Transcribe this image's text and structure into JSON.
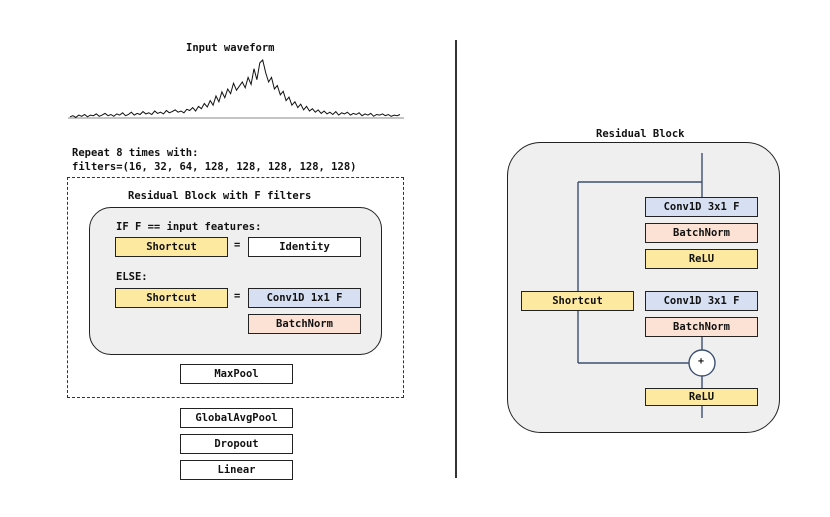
{
  "left": {
    "waveform_title": "Input waveform",
    "repeat_line1": "Repeat 8 times with:",
    "repeat_line2": "filters=(16, 32, 64, 128, 128, 128, 128, 128)",
    "block_title": "Residual Block with F filters",
    "if_label": "IF F == input features:",
    "shortcut_label_1": "Shortcut",
    "equals_1": "=",
    "identity_label": "Identity",
    "else_label": "ELSE:",
    "shortcut_label_2": "Shortcut",
    "equals_2": "=",
    "conv1x1_label": "Conv1D 1x1 F",
    "batchnorm_label": "BatchNorm",
    "maxpool_label": "MaxPool",
    "globalavgpool_label": "GlobalAvgPool",
    "dropout_label": "Dropout",
    "linear_label": "Linear"
  },
  "right": {
    "title": "Residual Block",
    "conv_a_label": "Conv1D 3x1 F",
    "bn_a_label": "BatchNorm",
    "relu_a_label": "ReLU",
    "shortcut_label": "Shortcut",
    "conv_b_label": "Conv1D 3x1 F",
    "bn_b_label": "BatchNorm",
    "add_symbol": "+",
    "relu_out_label": "ReLU"
  },
  "colors": {
    "shortcut_fill": "#fde9a0",
    "relu_fill": "#fde9a0",
    "conv_fill": "#d7e0f2",
    "batchnorm_fill": "#fbe2d5",
    "panel_fill": "#efefef",
    "flow_line": "#3d4f70"
  },
  "waveform": {
    "samples": [
      0.02,
      0.04,
      0.01,
      0.05,
      0.03,
      0.06,
      0.02,
      0.05,
      0.04,
      0.07,
      0.03,
      0.05,
      0.08,
      0.04,
      0.06,
      0.03,
      0.07,
      0.05,
      0.09,
      0.04,
      0.06,
      0.1,
      0.05,
      0.08,
      0.06,
      0.11,
      0.07,
      0.09,
      0.06,
      0.12,
      0.08,
      0.1,
      0.07,
      0.13,
      0.09,
      0.11,
      0.14,
      0.1,
      0.12,
      0.09,
      0.15,
      0.13,
      0.18,
      0.12,
      0.2,
      0.16,
      0.25,
      0.19,
      0.3,
      0.22,
      0.38,
      0.28,
      0.45,
      0.35,
      0.5,
      0.42,
      0.6,
      0.48,
      0.55,
      0.62,
      0.52,
      0.7,
      0.58,
      0.85,
      0.66,
      0.95,
      1.0,
      0.78,
      0.62,
      0.7,
      0.5,
      0.56,
      0.4,
      0.46,
      0.3,
      0.36,
      0.22,
      0.28,
      0.18,
      0.24,
      0.14,
      0.2,
      0.12,
      0.16,
      0.1,
      0.14,
      0.08,
      0.12,
      0.07,
      0.1,
      0.06,
      0.11,
      0.05,
      0.09,
      0.07,
      0.1,
      0.05,
      0.08,
      0.06,
      0.09,
      0.04,
      0.07,
      0.05,
      0.08,
      0.03,
      0.06,
      0.05,
      0.07,
      0.04,
      0.06,
      0.03,
      0.05,
      0.04,
      0.06
    ]
  }
}
